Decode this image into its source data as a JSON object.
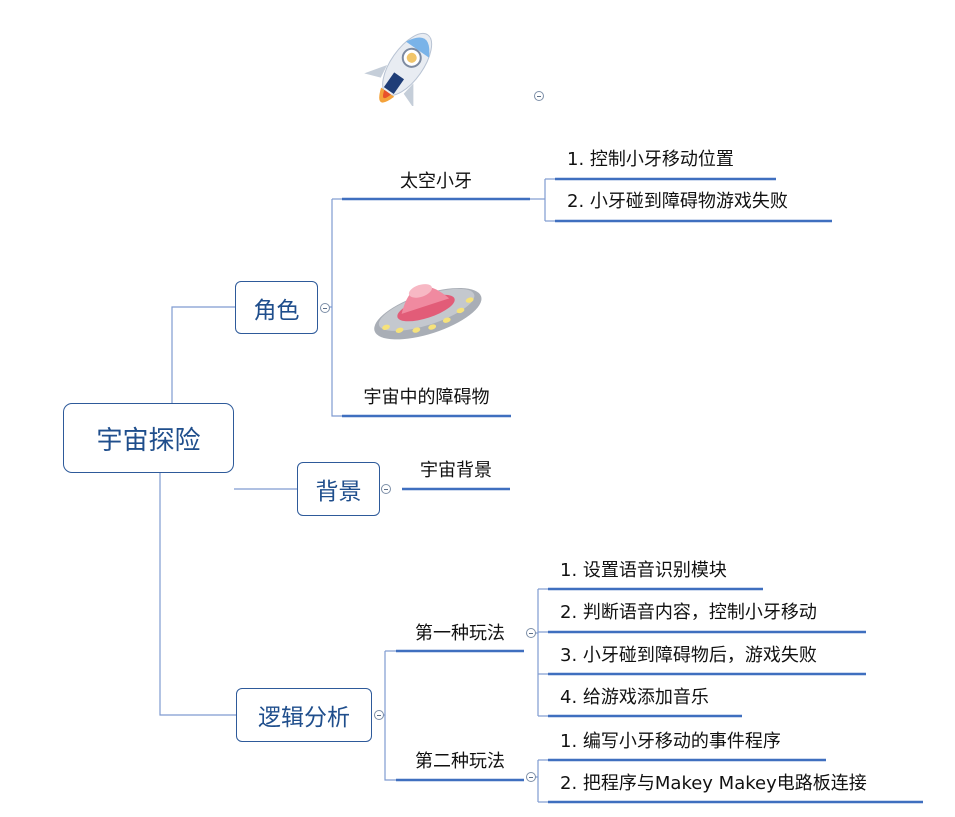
{
  "root": {
    "label": "宇宙探险"
  },
  "branches": {
    "role": {
      "label": "角色",
      "children": {
        "space_tooth": {
          "label": "太空小牙",
          "items": [
            "1. 控制小牙移动位置",
            "2. 小牙碰到障碍物游戏失败"
          ]
        },
        "obstacles": {
          "label": "宇宙中的障碍物"
        }
      }
    },
    "background": {
      "label": "背景",
      "children": {
        "bg": {
          "label": "宇宙背景"
        }
      }
    },
    "logic": {
      "label": "逻辑分析",
      "children": {
        "method1": {
          "label": "第一种玩法",
          "items": [
            "1. 设置语音识别模块",
            "2. 判断语音内容，控制小牙移动",
            "3. 小牙碰到障碍物后，游戏失败",
            "4. 给游戏添加音乐"
          ]
        },
        "method2": {
          "label": "第二种玩法",
          "items": [
            "1. 编写小牙移动的事件程序",
            "2. 把程序与Makey Makey电路板连接"
          ]
        }
      }
    }
  },
  "icons": {
    "rocket": "rocket-icon",
    "ufo": "ufo-icon",
    "collapse": "collapse-toggle-icon"
  },
  "colors": {
    "line": "#5b7fc0",
    "underline": "#3f6fbf",
    "box_border": "#2e5a9a",
    "box_text": "#1f4e8c"
  }
}
